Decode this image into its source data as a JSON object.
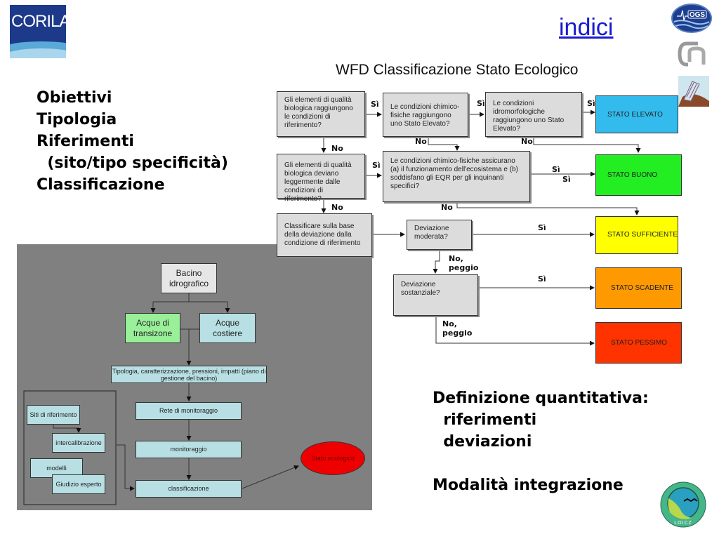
{
  "logos": {
    "corila": {
      "text": "CORILA"
    },
    "ogs": {
      "text": "OGS"
    },
    "loicz": {
      "text": "LOICZ"
    }
  },
  "header": {
    "link_label": "indici",
    "diagram_title": "WFD Classificazione Stato Ecologico"
  },
  "left_list": [
    "Obiettivi",
    "Tipologia",
    "Riferimenti",
    "  (sito/tipo specificità)",
    "Classificazione"
  ],
  "right_text": {
    "lines": [
      "Definizione quantitativa:",
      "  riferimenti",
      "  deviazioni"
    ],
    "integration": "Modalità integrazione"
  },
  "flowchart": {
    "questions": {
      "q1": "Gli elementi di qualità biologica raggiungono le condizioni di riferimento?",
      "q2": "Le condizioni chimico-fisiche raggiungono uno Stato Elevato?",
      "q3": "Le condizioni idromorfologiche raggiungono uno Stato Elevato?",
      "q4": "Gli elementi di qualità biologica deviano leggermente dalle condizioni di riferimento?",
      "q5": "Le condizioni chimico-fisiche assicurano (a) il funzionamento dell'ecosistema e (b) soddisfano gli EQR per gli inquinanti specifici?",
      "q6": "Classificare sulla base della deviazione dalla condizione di riferimento",
      "q7": "Deviazione moderata?",
      "q8": "Deviazione sostanziale?"
    },
    "states": [
      {
        "label": "STATO ELEVATO",
        "color": "#33bbee"
      },
      {
        "label": "STATO BUONO",
        "color": "#22ee22"
      },
      {
        "label": "STATO SUFFICIENTE",
        "color": "#ffff00"
      },
      {
        "label": "STATO SCADENTE",
        "color": "#ff9900"
      },
      {
        "label": "STATO PESSIMO",
        "color": "#ff3300"
      }
    ],
    "labels": {
      "si": "Sì",
      "no": "No",
      "no_peggio_1": "No,",
      "no_peggio_2": "peggio"
    }
  },
  "process_panel": {
    "bacino": "Bacino idrografico",
    "acque_transizione": "Acque di transizone",
    "acque_costiere": "Acque costiere",
    "tipologia": "Tipologia, caratterizzazione, pressioni, impatti (piano di gestione del bacino)",
    "rete": "Rete di monitoraggio",
    "monitoraggio": "monitoraggio",
    "classificazione": "classificazione",
    "siti": "Siti di riferimento",
    "intercalibrazione": "intercalibrazione",
    "modelli": "modelli",
    "giudizio": "Giudizio esperto",
    "stato_ecologico": "Stato ecologico"
  }
}
